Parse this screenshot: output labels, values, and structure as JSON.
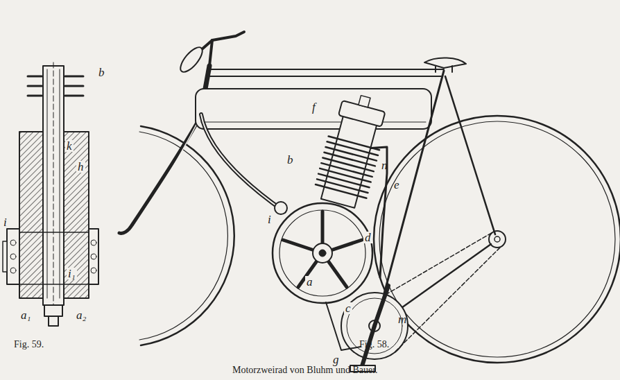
{
  "diagram": {
    "caption": "Motorzweirad von Bluhm und Bauer.",
    "labels": [
      "Fig. 59.",
      "Fig. 58.",
      "f",
      "b",
      "n",
      "e",
      "d",
      "i",
      "a",
      "c",
      "m",
      "g",
      "b",
      "k",
      "h",
      "i",
      "i₁",
      "a₁",
      "a₂"
    ]
  }
}
